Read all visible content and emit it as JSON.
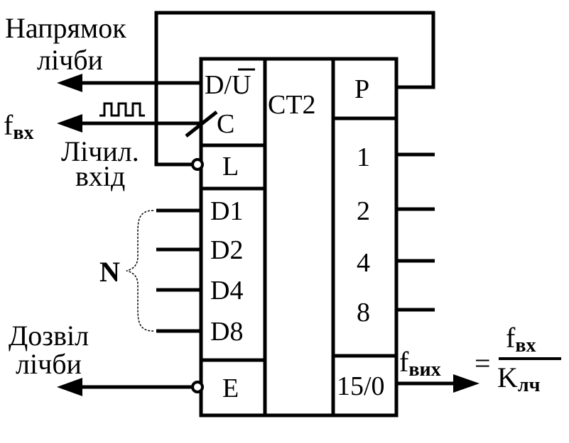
{
  "chip": {
    "type_label": "СТ2",
    "inputs": {
      "direction": "D/",
      "direction_bar": "U",
      "clock": "C",
      "load": "L",
      "data": [
        "D1",
        "D2",
        "D4",
        "D8"
      ],
      "enable": "E"
    },
    "outputs": {
      "carry": "P",
      "bits": [
        "1",
        "2",
        "4",
        "8"
      ],
      "overflow": "15/0"
    }
  },
  "labels": {
    "direction_title_line1": "Напрямок",
    "direction_title_line2": "лічби",
    "freq_in_main": "f",
    "freq_in_sub": "вх",
    "counting_input_line1": "Лічил.",
    "counting_input_line2": "вхід",
    "n_label": "N",
    "enable_title_line1": "Дозвіл",
    "enable_title_line2": "лічби",
    "formula": {
      "lhs_main": "f",
      "lhs_sub": "вих",
      "equals": "=",
      "numer_main": "f",
      "numer_sub": "вх",
      "denom_main": "K",
      "denom_sub": "лч"
    }
  }
}
